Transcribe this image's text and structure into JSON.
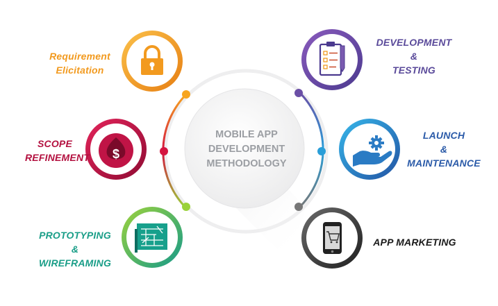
{
  "center": {
    "line1": "MOBILE APP",
    "line2": "DEVELOPMENT",
    "line3": "METHODOLOGY"
  },
  "stages": [
    {
      "lines": [
        "Requirement",
        "Elicitation"
      ],
      "color": "#f29a1f",
      "icon": "lock-icon"
    },
    {
      "lines": [
        "SCOPE",
        "REFINEMENT"
      ],
      "color": "#b3103f",
      "icon": "money-bag-icon"
    },
    {
      "lines": [
        "PROTOTYPING",
        "&",
        "WIREFRAMING"
      ],
      "color": "#1a9e88",
      "icon": "wireframe-blueprint-icon"
    },
    {
      "lines": [
        "DEVELOPMENT",
        "&",
        "TESTING"
      ],
      "color": "#5a4a9a",
      "icon": "checklist-clipboard-icon"
    },
    {
      "lines": [
        "LAUNCH",
        "&",
        "MAINTENANCE"
      ],
      "color": "#2a5aa8",
      "icon": "hand-gear-icon"
    },
    {
      "lines": [
        "APP MARKETING"
      ],
      "color": "#1a1a1a",
      "icon": "smartphone-cart-icon"
    }
  ]
}
